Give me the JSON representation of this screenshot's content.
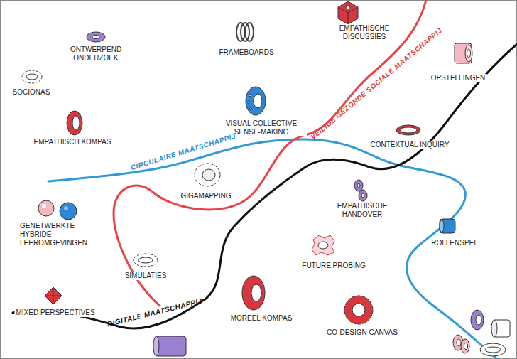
{
  "diagram": {
    "labels": [
      "ONTWERPEND ONDERZOEK",
      "FRAMEBOARDS",
      "EMPATHISCHE DISCUSSIES",
      "SOCIONAS",
      "OPSTELLINGEN",
      "VISUAL COLLECTIVE SENSE-MAKING",
      "EMPATHISCH KOMPAS",
      "CONTEXTUAL INQUIRY",
      "GIGAMAPPING",
      "GENETWERKTE HYBRIDE LEEROMGEVINGEN",
      "EMPATHISCHE HANDOVER",
      "ROLLENSPEL",
      "FUTURE PROBING",
      "SIMULATIES",
      "MIXED PERSPECTIVES",
      "MOREEL KOMPAS",
      "CO-DESIGN CANVAS",
      "CIRCULAIRE MAATSCHAPPIJ",
      "VEILIGE GEZONDE SOCIALE MAATSCHAPPIJ",
      "DIGITALE MAATSCHAPPIJ"
    ]
  }
}
